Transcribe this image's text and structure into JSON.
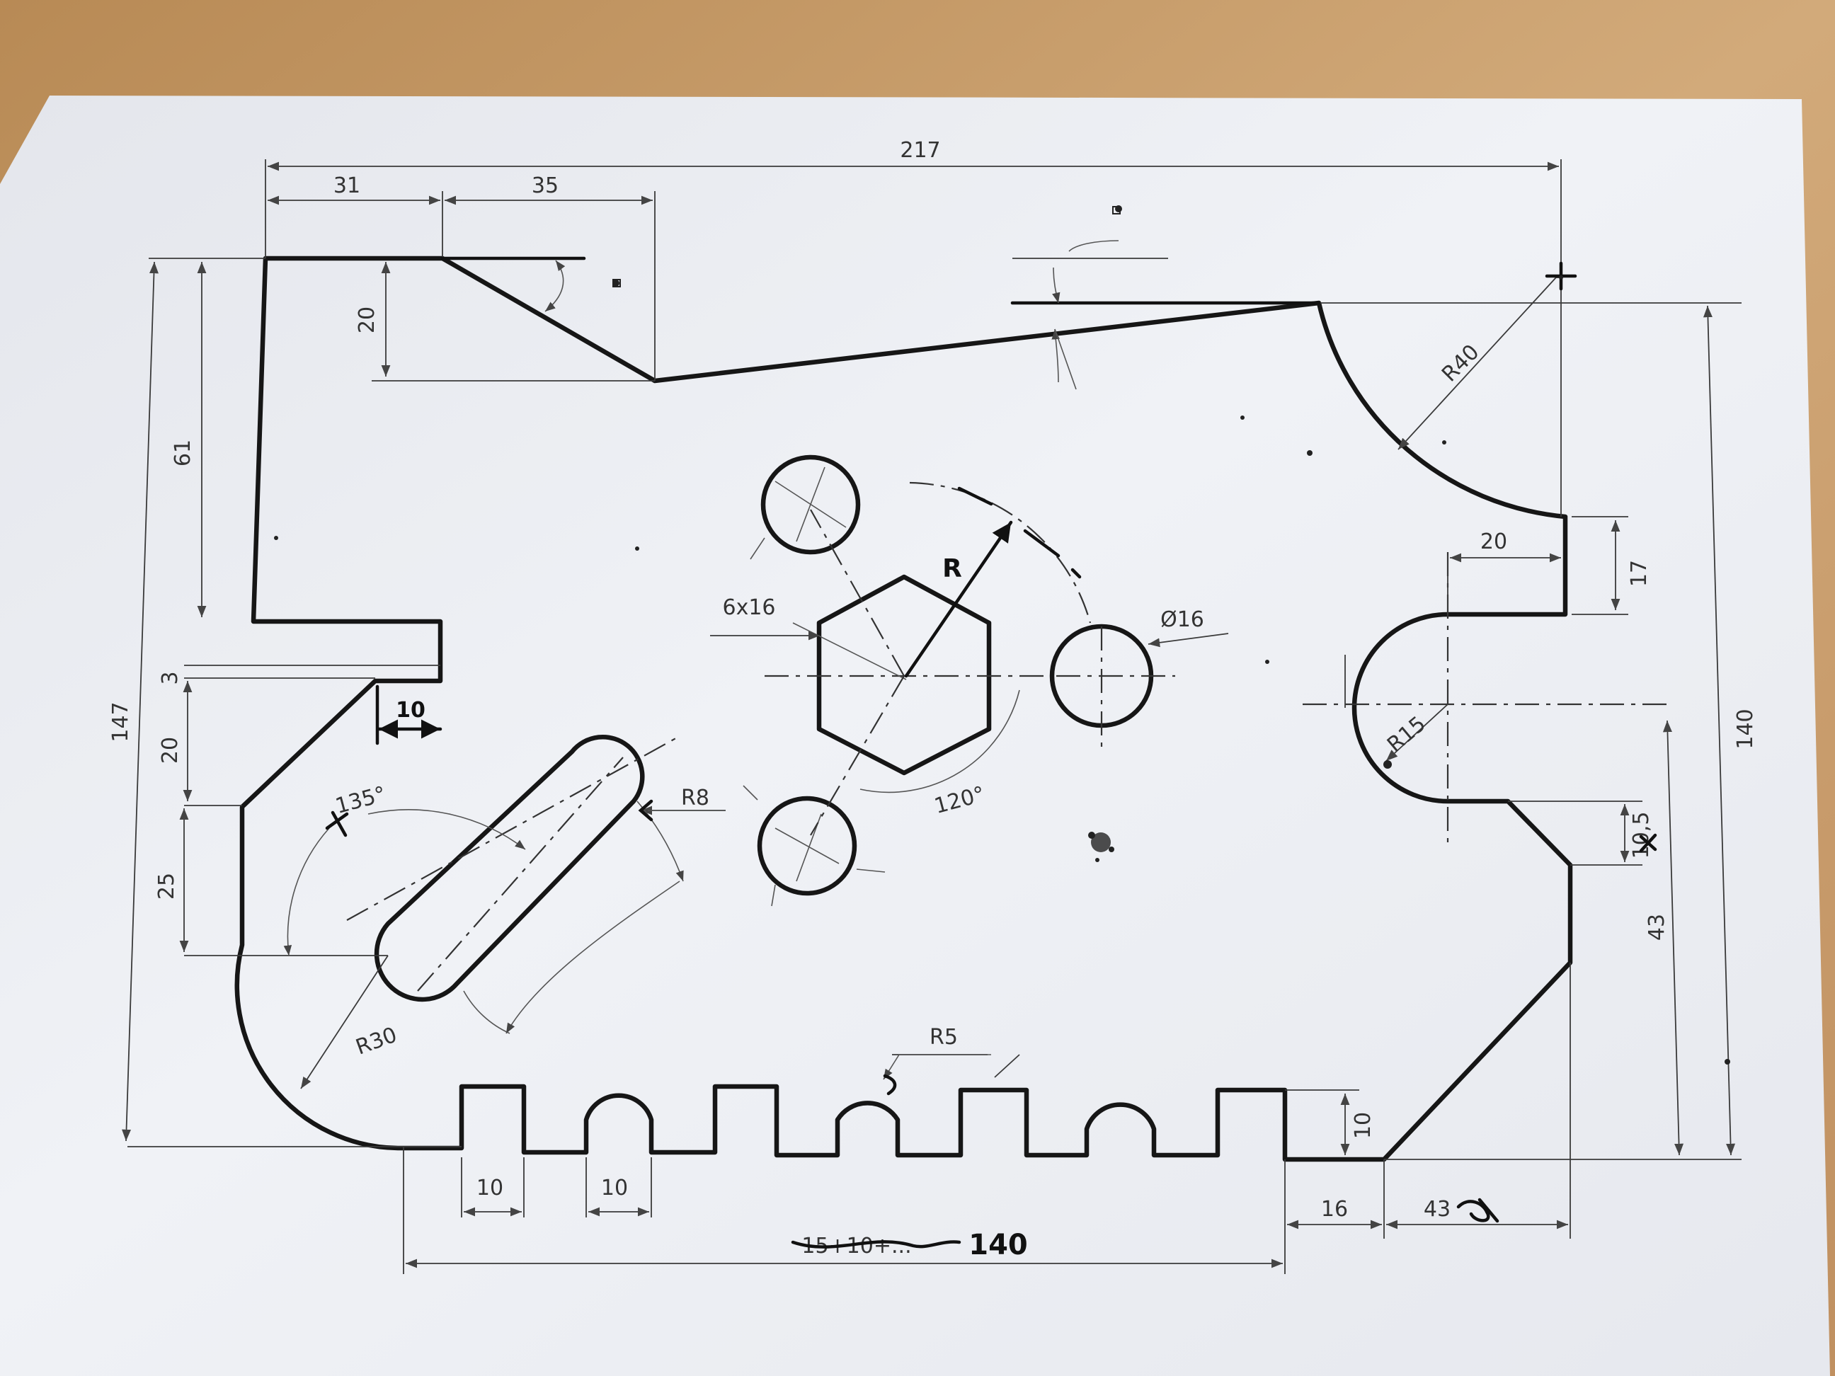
{
  "drawing": {
    "overall_width": "217",
    "width_31": "31",
    "width_35": "35",
    "height_20_top": "20",
    "height_61": "61",
    "height_3": "3",
    "height_20_left": "20",
    "height_25": "25",
    "height_147": "147",
    "height_140": "140",
    "height_43": "43",
    "height_17": "17",
    "height_10_right": "10,5",
    "height_10_teeth": "10",
    "width_20_right": "20",
    "width_10_notch": "10",
    "radius_r40": "R40",
    "radius_r15": "R15",
    "radius_r30": "R30",
    "radius_r8": "R8",
    "radius_r5": "R5",
    "radius_r_handwritten": "R",
    "hexagon_label": "6x16",
    "hole_label": "Ø16",
    "angle_135": "135°",
    "angle_120": "120°",
    "tooth_width_1": "10",
    "tooth_width_2": "10",
    "width_16_bottom": "16",
    "width_43_bottom": "43",
    "bottom_140_handwritten": "140",
    "bottom_crossed_text": "15+10+..."
  },
  "colors": {
    "desk": "#c9a374",
    "paper": "#eef0f4",
    "ink": "#161616"
  }
}
